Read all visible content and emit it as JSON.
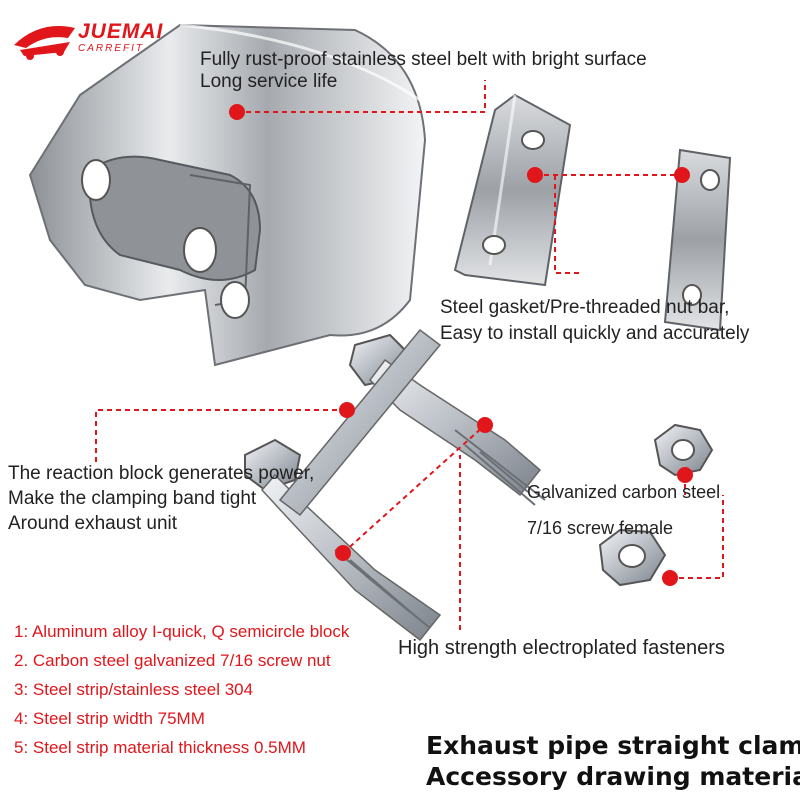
{
  "brand": {
    "name": "JUEMAI",
    "subtitle": "CARREFIT"
  },
  "callouts": {
    "belt_line1": "Fully rust-proof stainless steel belt with bright surface",
    "belt_line2": "Long service life",
    "gasket_line1": "Steel gasket/Pre-threaded nut bar,",
    "gasket_line2": "Easy to install quickly and accurately",
    "reaction_line1": "The reaction block generates power,",
    "reaction_line2": "Make the clamping band tight",
    "reaction_line3": "Around exhaust unit",
    "nut_line1": "Galvanized carbon steel",
    "nut_line2": "7/16 screw female",
    "fasteners": "High strength electroplated fasteners"
  },
  "specs": [
    "1: Aluminum alloy I-quick, Q semicircle block",
    "2. Carbon steel galvanized 7/16 screw nut",
    "3: Steel strip/stainless steel 304",
    "4: Steel strip width 75MM",
    "5: Steel strip material thickness 0.5MM"
  ],
  "titles": {
    "line1": "Exhaust pipe straight clamp",
    "line2": "Accessory drawing material"
  },
  "colors": {
    "accent": "#e0161b",
    "text": "#222222",
    "metal": "#b9bcc0"
  }
}
